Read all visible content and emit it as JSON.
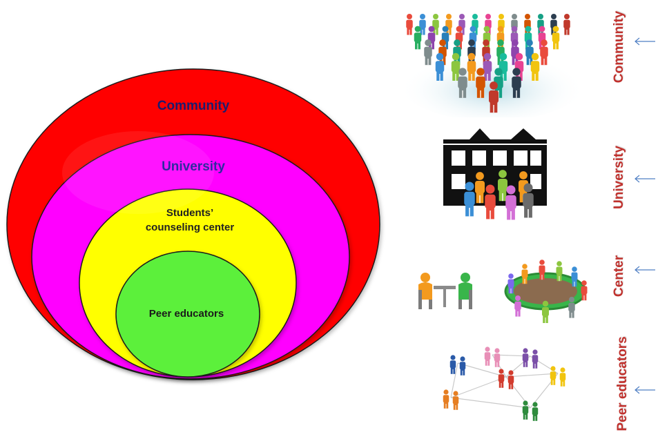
{
  "diagram": {
    "circles": [
      {
        "label": "Community",
        "fill": "#ff0000"
      },
      {
        "label": "University",
        "fill": "#ff00ff"
      },
      {
        "label": "Students’ counseling center",
        "fill": "#ffff00"
      },
      {
        "label": "Peer educators",
        "fill": "#5cf03a"
      }
    ]
  },
  "side_labels": {
    "community": "Community",
    "university": "University",
    "center": "Center",
    "peer": "Peer educators"
  },
  "colors": {
    "side_label": "#c0312d",
    "arrow": "#4f7fc4"
  },
  "icons": [
    "crowd-illustration",
    "university-building-illustration",
    "counseling-meeting-illustration",
    "peer-network-illustration",
    "arrow-left-icon"
  ]
}
